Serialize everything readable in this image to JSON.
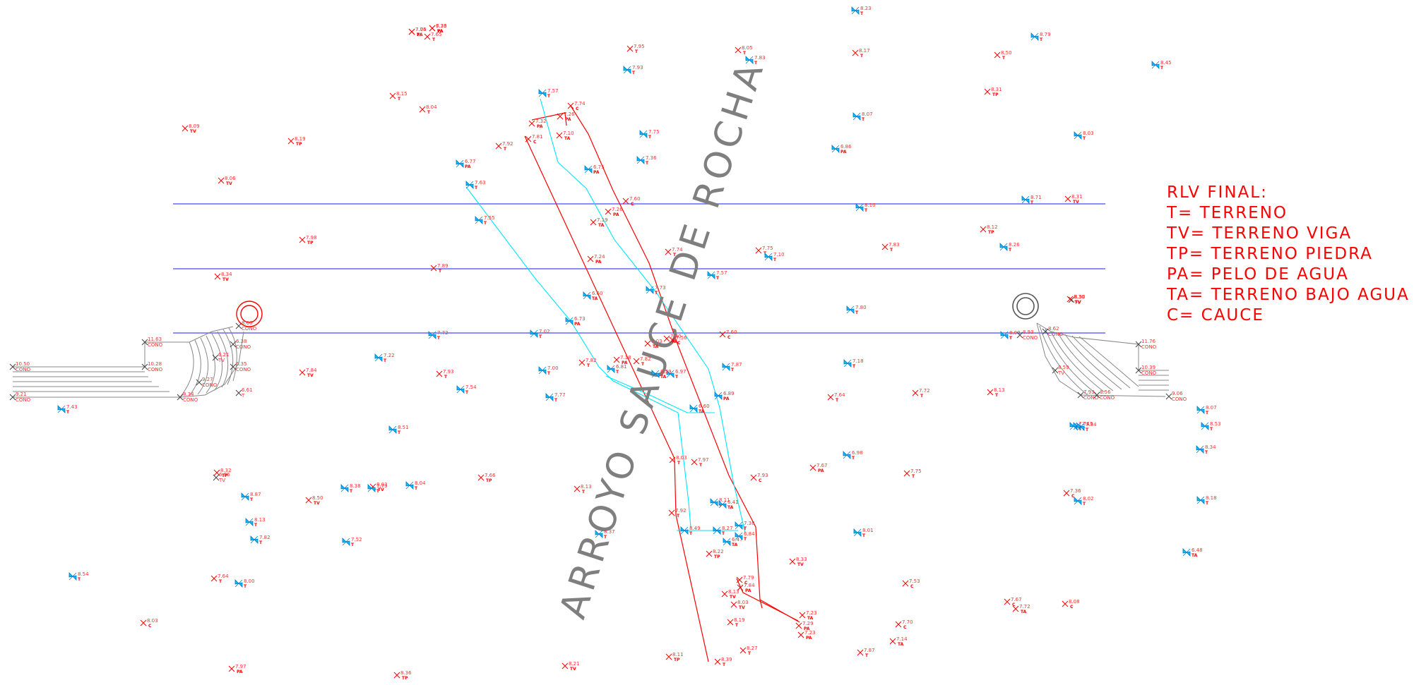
{
  "legend": {
    "title": "RLV FINAL:",
    "lines": [
      "T= TERRENO",
      "TV= TERRENO VIGA",
      "TP= TERRENO PIEDRA",
      "PA= PELO DE AGUA",
      "TA= TERRENO BAJO AGUA",
      "C= CAUCE"
    ]
  },
  "stream_label": "ARROYO SAUCE DE ROCHA",
  "colors": {
    "survey_red": "#ff0000",
    "survey_cyan": "#00bfff",
    "grid_blue": "#6666ff",
    "cyan_line": "#00e5ff",
    "cone_gray": "#555555"
  },
  "points_red": [
    {
      "v": "7.75",
      "c": "T"
    },
    {
      "v": "7.36",
      "c": "PA"
    },
    {
      "v": "7.65",
      "c": "T"
    },
    {
      "v": "8.15",
      "c": "T"
    },
    {
      "v": "8.04",
      "c": "T"
    },
    {
      "v": "8.09",
      "c": "TV"
    },
    {
      "v": "8.19",
      "c": "TP"
    },
    {
      "v": "8.06",
      "c": "TV"
    },
    {
      "v": "7.92",
      "c": "T"
    },
    {
      "v": "7.81",
      "c": "C"
    },
    {
      "v": "7.32",
      "c": "PA"
    },
    {
      "v": "7.26",
      "c": "PA"
    },
    {
      "v": "7.74",
      "c": "C"
    },
    {
      "v": "7.10",
      "c": "TA"
    },
    {
      "v": "7.95",
      "c": "T"
    },
    {
      "v": "8.05",
      "c": "T"
    },
    {
      "v": "8.17",
      "c": "T"
    },
    {
      "v": "8.50",
      "c": "T"
    },
    {
      "v": "8.31",
      "c": "TP"
    },
    {
      "v": "7.98",
      "c": "TP"
    },
    {
      "v": "7.89",
      "c": "T"
    },
    {
      "v": "8.34",
      "c": "TV"
    },
    {
      "v": "7.19",
      "c": "TA"
    },
    {
      "v": "7.26",
      "c": "PA"
    },
    {
      "v": "7.60",
      "c": "C"
    },
    {
      "v": "7.24",
      "c": "PA"
    },
    {
      "v": "7.74",
      "c": "T"
    },
    {
      "v": "7.75",
      "c": "T"
    },
    {
      "v": "7.83",
      "c": "T"
    },
    {
      "v": "8.12",
      "c": "TP"
    },
    {
      "v": "8.31",
      "c": "TV"
    },
    {
      "v": "7.82",
      "c": "T"
    },
    {
      "v": "7.60",
      "c": "C"
    },
    {
      "v": "8.30",
      "c": "TV"
    },
    {
      "v": "7.03",
      "c": "TA"
    },
    {
      "v": "7.56",
      "c": "C"
    },
    {
      "v": "7.40",
      "c": "PA"
    },
    {
      "v": "7.84",
      "c": "TV"
    },
    {
      "v": "7.93",
      "c": "T"
    },
    {
      "v": "7.82",
      "c": "T"
    },
    {
      "v": "7.18",
      "c": "PA"
    },
    {
      "v": "7.64",
      "c": "T"
    },
    {
      "v": "7.72",
      "c": "T"
    },
    {
      "v": "8.13",
      "c": "T"
    },
    {
      "v": "8.32",
      "c": "TP"
    },
    {
      "v": "8.50",
      "c": "TV"
    },
    {
      "v": "8.03",
      "c": "TV"
    },
    {
      "v": "7.66",
      "c": "TP"
    },
    {
      "v": "8.13",
      "c": "T"
    },
    {
      "v": "8.03",
      "c": "T"
    },
    {
      "v": "7.97",
      "c": "T"
    },
    {
      "v": "7.93",
      "c": "C"
    },
    {
      "v": "7.67",
      "c": "PA"
    },
    {
      "v": "7.75",
      "c": "T"
    },
    {
      "v": "7.36",
      "c": "C"
    },
    {
      "v": "7.92",
      "c": "T"
    },
    {
      "v": "8.22",
      "c": "TP"
    },
    {
      "v": "8.33",
      "c": "TV"
    },
    {
      "v": "7.79",
      "c": "C"
    },
    {
      "v": "7.84",
      "c": "PA"
    },
    {
      "v": "7.64",
      "c": "T"
    },
    {
      "v": "7.53",
      "c": "C"
    },
    {
      "v": "7.67",
      "c": "C"
    },
    {
      "v": "8.13",
      "c": "TV"
    },
    {
      "v": "8.19",
      "c": "T"
    },
    {
      "v": "8.03",
      "c": "TV"
    },
    {
      "v": "7.23",
      "c": "TA"
    },
    {
      "v": "7.29",
      "c": "PA"
    },
    {
      "v": "7.23",
      "c": "PA"
    },
    {
      "v": "7.70",
      "c": "C"
    },
    {
      "v": "7.14",
      "c": "TA"
    },
    {
      "v": "7.72",
      "c": "TA"
    },
    {
      "v": "8.08",
      "c": "C"
    },
    {
      "v": "7.97",
      "c": "PA"
    },
    {
      "v": "8.36",
      "c": "TP"
    },
    {
      "v": "8.21",
      "c": "TV"
    },
    {
      "v": "8.11",
      "c": "TP"
    },
    {
      "v": "8.39",
      "c": "T"
    },
    {
      "v": "8.27",
      "c": "T"
    },
    {
      "v": "7.87",
      "c": "T"
    },
    {
      "v": "8.03",
      "c": "C"
    },
    {
      "v": "7.04",
      "c": "PA"
    },
    {
      "v": "6.73",
      "c": "TA"
    }
  ],
  "points_cyan": [
    {
      "v": "8.23",
      "c": "T"
    },
    {
      "v": "8.79",
      "c": "T"
    },
    {
      "v": "8.45",
      "c": "T"
    },
    {
      "v": "7.57",
      "c": "T"
    },
    {
      "v": "6.77",
      "c": "PA"
    },
    {
      "v": "7.93",
      "c": "T"
    },
    {
      "v": "7.83",
      "c": "T"
    },
    {
      "v": "8.07",
      "c": "T"
    },
    {
      "v": "8.03",
      "c": "T"
    },
    {
      "v": "7.75",
      "c": "T"
    },
    {
      "v": "7.36",
      "c": "T"
    },
    {
      "v": "6.75",
      "c": "PA"
    },
    {
      "v": "6.86",
      "c": "PA"
    },
    {
      "v": "7.63",
      "c": "T"
    },
    {
      "v": "7.55",
      "c": "T"
    },
    {
      "v": "8.71",
      "c": "T"
    },
    {
      "v": "8.10",
      "c": "T"
    },
    {
      "v": "8.26",
      "c": "T"
    },
    {
      "v": "7.10",
      "c": "T"
    },
    {
      "v": "7.57",
      "c": "T"
    },
    {
      "v": "7.73",
      "c": "T"
    },
    {
      "v": "7.80",
      "c": "T"
    },
    {
      "v": "6.60",
      "c": "TA"
    },
    {
      "v": "6.73",
      "c": "PA"
    },
    {
      "v": "7.02",
      "c": "T"
    },
    {
      "v": "7.72",
      "c": "T"
    },
    {
      "v": "8.09",
      "c": "T"
    },
    {
      "v": "7.22",
      "c": "T"
    },
    {
      "v": "7.87",
      "c": "T"
    },
    {
      "v": "6.81",
      "c": "T"
    },
    {
      "v": "6.97",
      "c": "T"
    },
    {
      "v": "6.59",
      "c": "TA"
    },
    {
      "v": "6.89",
      "c": "PA"
    },
    {
      "v": "6.60",
      "c": "TA"
    },
    {
      "v": "7.18",
      "c": "T"
    },
    {
      "v": "7.00",
      "c": "T"
    },
    {
      "v": "7.54",
      "c": "T"
    },
    {
      "v": "7.77",
      "c": "T"
    },
    {
      "v": "6.98",
      "c": "T"
    },
    {
      "v": "7.43",
      "c": "T"
    },
    {
      "v": "8.51",
      "c": "T"
    },
    {
      "v": "8.01",
      "c": "T"
    },
    {
      "v": "7.74",
      "c": "T"
    },
    {
      "v": "8.07",
      "c": "T"
    },
    {
      "v": "8.53",
      "c": "T"
    },
    {
      "v": "8.34",
      "c": "T"
    },
    {
      "v": "8.87",
      "c": "T"
    },
    {
      "v": "8.38",
      "c": "T"
    },
    {
      "v": "7.79",
      "c": "T"
    },
    {
      "v": "8.04",
      "c": "T"
    },
    {
      "v": "8.13",
      "c": "T"
    },
    {
      "v": "7.82",
      "c": "T"
    },
    {
      "v": "7.52",
      "c": "T"
    },
    {
      "v": "8.02",
      "c": "T"
    },
    {
      "v": "8.18",
      "c": "T"
    },
    {
      "v": "8.37",
      "c": "T"
    },
    {
      "v": "8.49",
      "c": "T"
    },
    {
      "v": "8.27",
      "c": "T"
    },
    {
      "v": "7.38",
      "c": "T"
    },
    {
      "v": "6.47",
      "c": "TA"
    },
    {
      "v": "6.84",
      "c": "T"
    },
    {
      "v": "6.48",
      "c": "TA"
    },
    {
      "v": "7.15",
      "c": "T"
    },
    {
      "v": "7.84",
      "c": "T"
    },
    {
      "v": "8.54",
      "c": "T"
    },
    {
      "v": "8.00",
      "c": "T"
    },
    {
      "v": "8.11",
      "c": "T"
    },
    {
      "v": "6.41",
      "c": "TA"
    }
  ],
  "cone_left": {
    "labels": [
      "10.50 CONO",
      "11.63 CONO",
      "10.28 CONO",
      "9.21 CONO",
      "8.34 CONO",
      "6.38 CONO",
      "6.35 CONO",
      "9.27 CONO",
      "8.66 CONO",
      "6.61 T",
      "6.21 TV",
      "6.96 TV"
    ]
  },
  "cone_right": {
    "labels": [
      "11.76 CONO",
      "10.39 CONO",
      "9.06 CONO",
      "8.59 TV",
      "8.62 CONO",
      "7.93 CONO",
      "8.56 CONO",
      "8.93 CONO",
      "8.50 TV"
    ]
  }
}
